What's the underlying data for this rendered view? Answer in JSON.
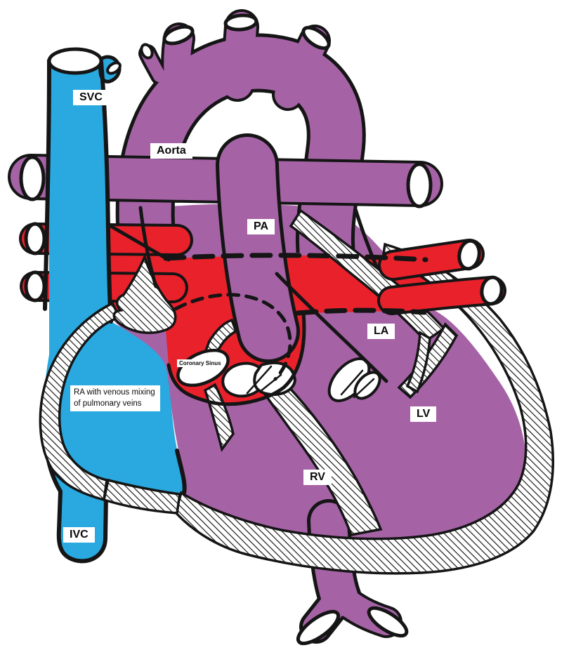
{
  "figure": {
    "type": "anatomical-diagram",
    "subject": "Heart diagram with systemic and pulmonary venous anatomy"
  },
  "labels": {
    "svc": "SVC",
    "aorta": "Aorta",
    "pa": "PA",
    "la": "LA",
    "coronary_sinus": "Coronary Sinus",
    "ra": "RA with venous mixing of pulmonary veins",
    "lv": "LV",
    "rv": "RV",
    "ivc": "IVC"
  },
  "colors": {
    "venous_blue": "#29A9E0",
    "arterial_purple": "#A563A6",
    "oxygenated_red": "#E8212B",
    "outline_black": "#151515",
    "background": "#FFFFFF"
  }
}
